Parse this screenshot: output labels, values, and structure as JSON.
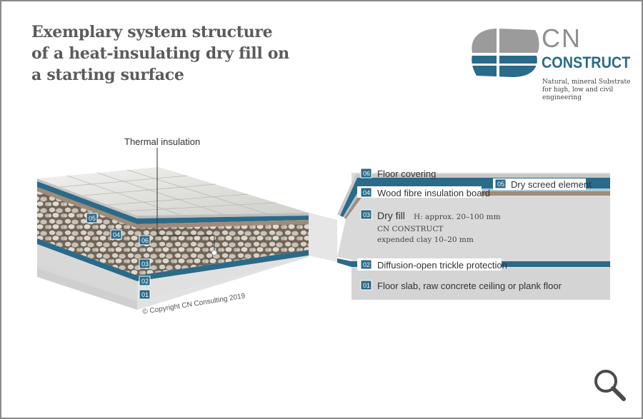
{
  "title_lines": [
    "Exemplary system structure",
    "of a heat-insulating dry fill on",
    "a starting surface"
  ],
  "logo": {
    "name_top": "CN",
    "name_bottom": "CONSTRUCT",
    "tagline": "Natural, mineral Substrate for high, low and civil engineering"
  },
  "callout": "Thermal insulation",
  "copyright": "© Copyright CN Consulting 2019",
  "layers": [
    {
      "num": "06",
      "label": "Floor covering"
    },
    {
      "num": "05",
      "label": "Dry screed element"
    },
    {
      "num": "04",
      "label": "Wood fibre insulation board"
    },
    {
      "num": "03",
      "label": "Dry fill",
      "detail": "H: approx. 20–100 mm",
      "product": "CN CONSTRUCT",
      "material": "expended clay 10–20 mm"
    },
    {
      "num": "02",
      "label": "Diffusion-open trickle protection"
    },
    {
      "num": "01",
      "label": "Floor slab, raw concrete ceiling or plank floor"
    }
  ],
  "colors": {
    "accent": "#2b6a88",
    "logo_grey": "#8f8f8f",
    "title": "#5b5b5b"
  },
  "icons": {
    "zoom": "magnifier-icon"
  }
}
